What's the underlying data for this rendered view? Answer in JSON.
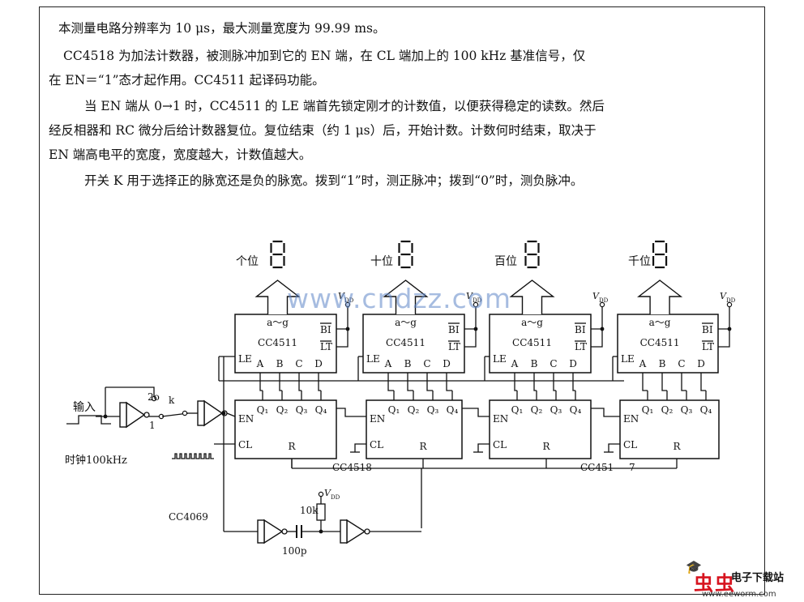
{
  "text": {
    "p1": "本测量电路分辨率为 10 μs，最大测量宽度为 99.99 ms。",
    "p2a": "CC4518 为加法计数器，被测脉冲加到它的 EN 端，在 CL 端加上的 100 kHz 基准信号，仅",
    "p2b": "在 EN＝“1”态才起作用。CC4511 起译码功能。",
    "p3a": "当 EN 端从 0→1 时，CC4511 的 LE 端首先锁定刚才的计数值，以便获得稳定的读数。然后",
    "p3b": "经反相器和 RC 微分后给计数器复位。复位结束（约 1 μs）后，开始计数。计数何时结束，取决于",
    "p3c": "EN 端高电平的宽度，宽度越大，计数值越大。",
    "p4": "开关 K 用于选择正的脉宽还是负的脉宽。拨到“1”时，测正脉冲；拨到“0”时，测负脉冲。"
  },
  "digits": [
    "个位",
    "十位",
    "百位",
    "千位"
  ],
  "decoder": {
    "segments": "a～g",
    "name": "CC4511",
    "bi": "BI",
    "lt": "LT",
    "le": "LE",
    "pins": [
      "A",
      "B",
      "C",
      "D"
    ]
  },
  "counter": {
    "en": "EN",
    "cl": "CL",
    "r": "R",
    "q": [
      "Q₁",
      "Q₂",
      "Q₃",
      "Q₄"
    ]
  },
  "vdd": "V",
  "vdd_sub": "DD",
  "labels": {
    "input": "输入",
    "clock": "时钟100kHz",
    "switch_k": "k",
    "switch_pos_0": "2o",
    "switch_pos_1": "1",
    "cc4518_a": "CC4518",
    "cc4518_b": "CC451",
    "cc4518_b_tail": "7",
    "cc4069": "CC4069",
    "resistor": "10k",
    "capacitor": "100p"
  },
  "watermark": "www.cndzz.com",
  "logo": {
    "glyphs": "虫虫",
    "site": "电子下载站",
    "url": "www.eeworm.com"
  }
}
